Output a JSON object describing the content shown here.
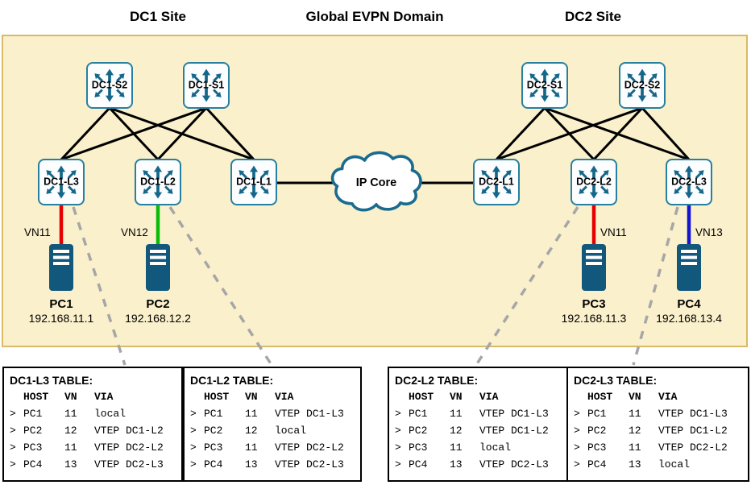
{
  "titles": {
    "dc1_site": "DC1 Site",
    "global_domain": "Global EVPN Domain",
    "dc2_site": "DC2 Site"
  },
  "cloud": {
    "label": "IP Core"
  },
  "switches": {
    "dc1_s2": "DC1-S2",
    "dc1_s1": "DC1-S1",
    "dc1_l3": "DC1-L3",
    "dc1_l2": "DC1-L2",
    "dc1_l1": "DC1-L1",
    "dc2_l1": "DC2-L1",
    "dc2_l2": "DC2-L2",
    "dc2_l3": "DC2-L3",
    "dc2_s1": "DC2-S1",
    "dc2_s2": "DC2-S2"
  },
  "hosts": [
    {
      "name": "PC1",
      "ip": "192.168.11.1",
      "vn_label": "VN11",
      "link_color": "#e60000"
    },
    {
      "name": "PC2",
      "ip": "192.168.12.2",
      "vn_label": "VN12",
      "link_color": "#0abb08"
    },
    {
      "name": "PC3",
      "ip": "192.168.11.3",
      "vn_label": "VN11",
      "link_color": "#e60000"
    },
    {
      "name": "PC4",
      "ip": "192.168.13.4",
      "vn_label": "VN13",
      "link_color": "#1414d2"
    }
  ],
  "row_marker": ">",
  "tables": [
    {
      "title": "DC1-L3 TABLE:",
      "columns": [
        "HOST",
        "VN",
        "VIA"
      ],
      "rows": [
        [
          "PC1",
          "11",
          "local"
        ],
        [
          "PC2",
          "12",
          "VTEP DC1-L2"
        ],
        [
          "PC3",
          "11",
          "VTEP DC2-L2"
        ],
        [
          "PC4",
          "13",
          "VTEP DC2-L3"
        ]
      ]
    },
    {
      "title": "DC1-L2 TABLE:",
      "columns": [
        "HOST",
        "VN",
        "VIA"
      ],
      "rows": [
        [
          "PC1",
          "11",
          "VTEP DC1-L3"
        ],
        [
          "PC2",
          "12",
          "local"
        ],
        [
          "PC3",
          "11",
          "VTEP DC2-L2"
        ],
        [
          "PC4",
          "13",
          "VTEP DC2-L3"
        ]
      ]
    },
    {
      "title": "DC2-L2 TABLE:",
      "columns": [
        "HOST",
        "VN",
        "VIA"
      ],
      "rows": [
        [
          "PC1",
          "11",
          "VTEP DC1-L3"
        ],
        [
          "PC2",
          "12",
          "VTEP DC1-L2"
        ],
        [
          "PC3",
          "11",
          "local"
        ],
        [
          "PC4",
          "13",
          "VTEP DC2-L3"
        ]
      ]
    },
    {
      "title": "DC2-L3 TABLE:",
      "columns": [
        "HOST",
        "VN",
        "VIA"
      ],
      "rows": [
        [
          "PC1",
          "11",
          "VTEP DC1-L3"
        ],
        [
          "PC2",
          "12",
          "VTEP DC1-L2"
        ],
        [
          "PC3",
          "11",
          "VTEP DC2-L2"
        ],
        [
          "PC4",
          "13",
          "local"
        ]
      ]
    }
  ],
  "colors": {
    "panel_bg": "#faf0cc",
    "panel_border": "#d8ba67",
    "switch_border": "#27809f",
    "switch_arrow": "#15678a",
    "pc_fill": "#11587c",
    "link_black": "#000000",
    "dashed_gray": "#a6a6a6",
    "vn11_red": "#e60000",
    "vn12_green": "#0abb08",
    "vn13_blue": "#1414d2"
  }
}
